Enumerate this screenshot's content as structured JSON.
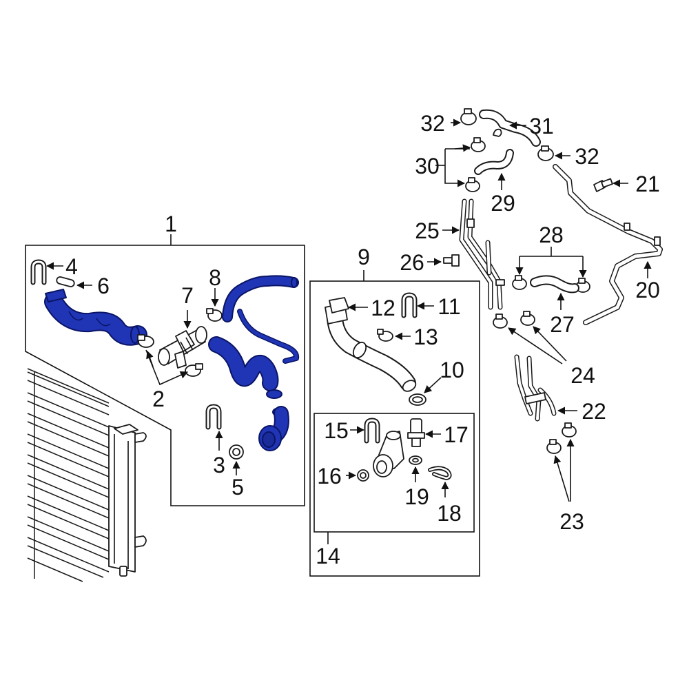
{
  "diagram": {
    "labels": {
      "l1": "1",
      "l2": "2",
      "l3": "3",
      "l4": "4",
      "l5": "5",
      "l6": "6",
      "l7": "7",
      "l8": "8",
      "l9": "9",
      "l10": "10",
      "l11": "11",
      "l12": "12",
      "l13": "13",
      "l14": "14",
      "l15": "15",
      "l16": "16",
      "l17": "17",
      "l18": "18",
      "l19": "19",
      "l20": "20",
      "l21": "21",
      "l22": "22",
      "l23": "23",
      "l24": "24",
      "l25": "25",
      "l26": "26",
      "l27": "27",
      "l28": "28",
      "l29": "29",
      "l30": "30",
      "l31": "31",
      "l32a": "32",
      "l32b": "32"
    },
    "colors": {
      "highlight": "#1f35b5",
      "line": "#111111",
      "background": "#ffffff"
    }
  }
}
